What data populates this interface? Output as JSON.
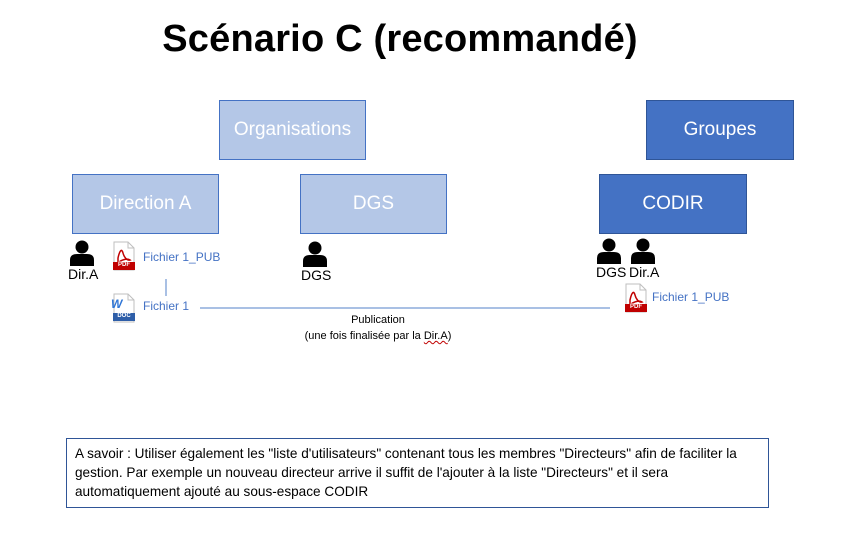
{
  "title": "Scénario C (recommandé)",
  "boxes": {
    "organisations": "Organisations",
    "groupes": "Groupes",
    "direction_a": "Direction A",
    "dgs": "DGS",
    "codir": "CODIR"
  },
  "people": {
    "dir_a": "Dir.A",
    "dgs": "DGS",
    "codir_dgs": "DGS",
    "codir_dir_a": "Dir.A"
  },
  "files": {
    "pub_left": "Fichier 1_PUB",
    "doc": "Fichier 1",
    "pub_right": "Fichier 1_PUB",
    "pdf_icon_text": "PDF",
    "doc_icon_text": "DOC"
  },
  "publication": {
    "label": "Publication",
    "note_prefix": "(une fois finalisée par la ",
    "note_underlined": "Dir.A",
    "note_suffix": ")"
  },
  "note": "A savoir : Utiliser également les \"liste d'utilisateurs\" contenant tous les membres \"Directeurs\" afin de faciliter la gestion. Par exemple un nouveau directeur arrive il suffit de l'ajouter à la liste \"Directeurs\" et il sera automatiquement ajouté au sous-espace CODIR",
  "colors": {
    "light_box": "#b4c7e7",
    "dark_box": "#4472c4",
    "connector": "#a9c0e4"
  }
}
